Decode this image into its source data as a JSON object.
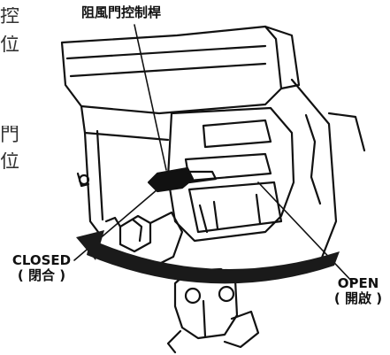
{
  "labels": {
    "choke_lever": "阻風門控制桿",
    "closed": "CLOSED",
    "closed_sub": "( 閉合 )",
    "open": "OPEN",
    "open_sub": "( 開啟 )"
  },
  "edge_fragments": [
    "控",
    "位",
    "門",
    "位"
  ],
  "colors": {
    "line": "#111111",
    "arrow": "#1a1a1a",
    "background": "#ffffff"
  }
}
